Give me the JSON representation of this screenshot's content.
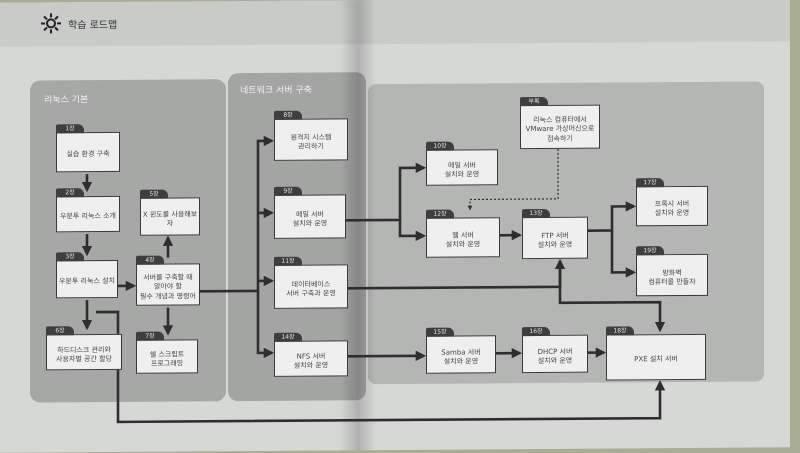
{
  "header": {
    "title": "학습 로드맵",
    "icon": "gear-icon"
  },
  "sections": {
    "linux_basics": "리눅스 기본",
    "network_server": "네트워크 서버 구축"
  },
  "colors": {
    "page": "#d6d8d6",
    "panel": "#a6a8a6",
    "card": "#efefef",
    "arrow": "#2e2e2e"
  },
  "nodes": {
    "ch1": {
      "tag": "1장",
      "text": "실습 환경 구축"
    },
    "ch2": {
      "tag": "2장",
      "text": "우분투 리눅스 소개"
    },
    "ch3": {
      "tag": "3장",
      "text": "우분투 리눅스 설치"
    },
    "ch4": {
      "tag": "4장",
      "text": "서버를 구축할 때\n알아야 할\n필수 개념과 명령어"
    },
    "ch5": {
      "tag": "5장",
      "text": "X 윈도를 사용해보자"
    },
    "ch6": {
      "tag": "6장",
      "text": "하드디스크 관리와\n사용자별 공간 할당"
    },
    "ch7": {
      "tag": "7장",
      "text": "쉘 스크립트\n프로그래밍"
    },
    "ch8": {
      "tag": "8장",
      "text": "원격지 시스템\n관리하기"
    },
    "ch9": {
      "tag": "9장",
      "text": "메일 서버\n설치와 운영"
    },
    "ch10": {
      "tag": "10장",
      "text": "메일 서버\n설치와 운영"
    },
    "ch11": {
      "tag": "11장",
      "text": "데이터베이스\n서버 구축과 운영"
    },
    "ch12": {
      "tag": "12장",
      "text": "웹 서버\n설치와 운영"
    },
    "ch13": {
      "tag": "13장",
      "text": "FTP 서버\n설치와 운영"
    },
    "ch14": {
      "tag": "14장",
      "text": "NFS 서버\n설치와 운영"
    },
    "ch15": {
      "tag": "15장",
      "text": "Samba 서버\n설치와 운영"
    },
    "ch16": {
      "tag": "16장",
      "text": "DHCP 서버\n설치와 운영"
    },
    "ch17": {
      "tag": "17장",
      "text": "프록시 서버\n설치와 운영"
    },
    "ch18": {
      "tag": "18장",
      "text": "PXE 설치 서버"
    },
    "ch19": {
      "tag": "19장",
      "text": "방화벽\n컴퓨터를 만들자"
    },
    "appendix": {
      "tag": "부록",
      "text": "리눅스 컴퓨터에서\nVMware 가상머신으로\n접속하기"
    }
  }
}
